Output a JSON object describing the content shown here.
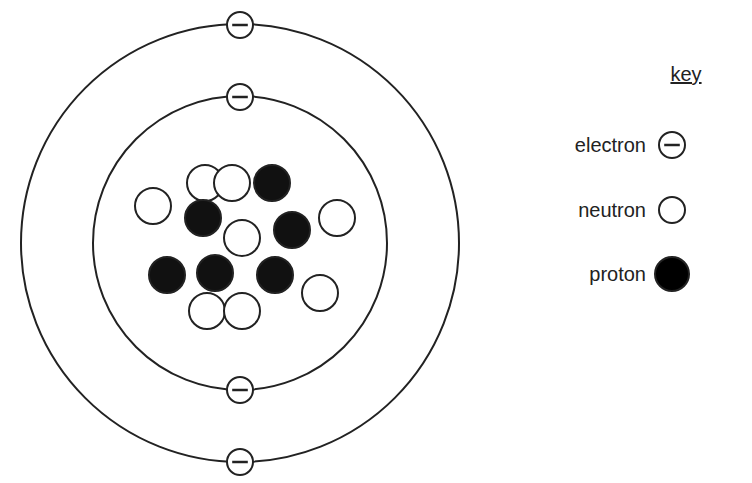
{
  "diagram": {
    "labels": [
      "key"
    ],
    "legend": [
      {
        "text": "electron"
      },
      {
        "text": "neutron",
        "color": "#ffffff"
      },
      {
        "text": "proton",
        "color": "#000000"
      }
    ]
  }
}
